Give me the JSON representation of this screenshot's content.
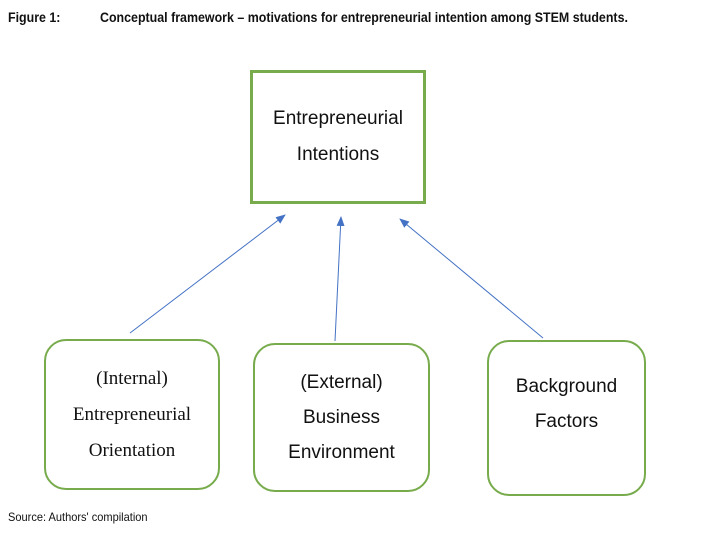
{
  "caption": {
    "label": "Figure 1:",
    "text": "Conceptual framework – motivations for entrepreneurial intention among STEM students."
  },
  "nodes": {
    "target": {
      "line1": "Entrepreneurial",
      "line2": "Intentions"
    },
    "internal": {
      "line1": "(Internal)",
      "line2": "Entrepreneurial",
      "line3": "Orientation"
    },
    "external": {
      "line1": "(External)",
      "line2": "Business",
      "line3": "Environment"
    },
    "background": {
      "line1": "Background",
      "line2": "Factors"
    }
  },
  "source": "Source: Authors' compilation",
  "colors": {
    "box_border": "#77ab4c",
    "arrow": "#4472c4"
  }
}
